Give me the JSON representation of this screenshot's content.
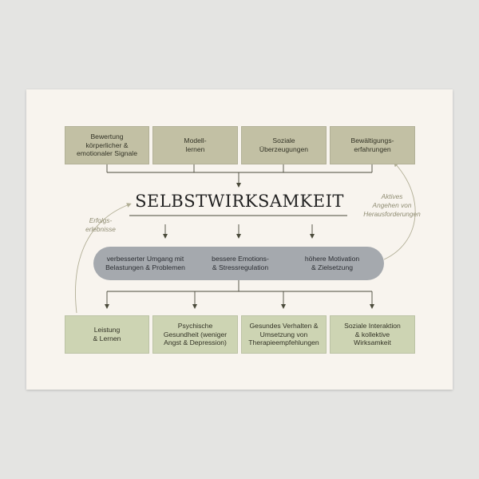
{
  "title": "SELBSTWIRKSAMKEIT",
  "sources": [
    {
      "label": "Bewertung\nkörperlicher &\nemotionaler Signale"
    },
    {
      "label": "Modell-\nlernen"
    },
    {
      "label": "Soziale\nÜberzeugungen"
    },
    {
      "label": "Bewältigungs-\nerfahrungen"
    }
  ],
  "effects": [
    {
      "label": "verbesserter Umgang mit\nBelastungen & Problemen"
    },
    {
      "label": "bessere Emotions-\n& Stressregulation"
    },
    {
      "label": "höhere Motivation\n& Zielsetzung"
    }
  ],
  "outcomes": [
    {
      "label": "Leistung\n& Lernen"
    },
    {
      "label": "Psychische\nGesundheit (weniger\nAngst & Depression)"
    },
    {
      "label": "Gesundes Verhalten &\nUmsetzung von\nTherapieempfehlungen"
    },
    {
      "label": "Soziale Interaktion\n& kollektive\nWirksamkeit"
    }
  ],
  "feedback_left": "Erfolgs-\nerlebnisse",
  "feedback_right": "Aktives\nAngehen von\nHerausforderungen",
  "colors": {
    "card": "#f8f4ee",
    "top_box": "#c2c0a4",
    "bottom_box": "#cdd4b3",
    "pill": "#a5a9ae",
    "accent_text": "#8f8c72",
    "line": "#4a4a3a"
  }
}
